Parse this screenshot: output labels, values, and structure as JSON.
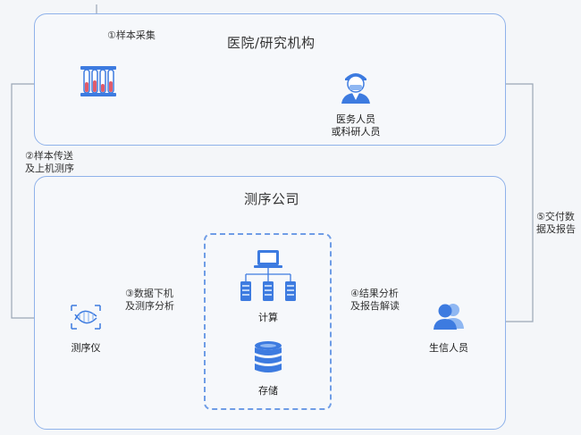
{
  "titles": {
    "hospital": "医院/研究机构",
    "company": "测序公司"
  },
  "steps": {
    "s1": "①样本采集",
    "s2_l1": "②样本传送",
    "s2_l2": "及上机测序",
    "s3_l1": "③数据下机",
    "s3_l2": "及测序分析",
    "s4_l1": "④结果分析",
    "s4_l2": "及报告解读",
    "s5_l1": "⑤交付数",
    "s5_l2": "据及报告"
  },
  "nodes": {
    "medical_l1": "医务人员",
    "medical_l2": "或科研人员",
    "sequencer": "测序仪",
    "compute": "计算",
    "storage": "存储",
    "bioinfo": "生信人员"
  },
  "colors": {
    "line": "#9aa6b6",
    "border": "#8fb2ea",
    "accent": "#3d7be0"
  }
}
